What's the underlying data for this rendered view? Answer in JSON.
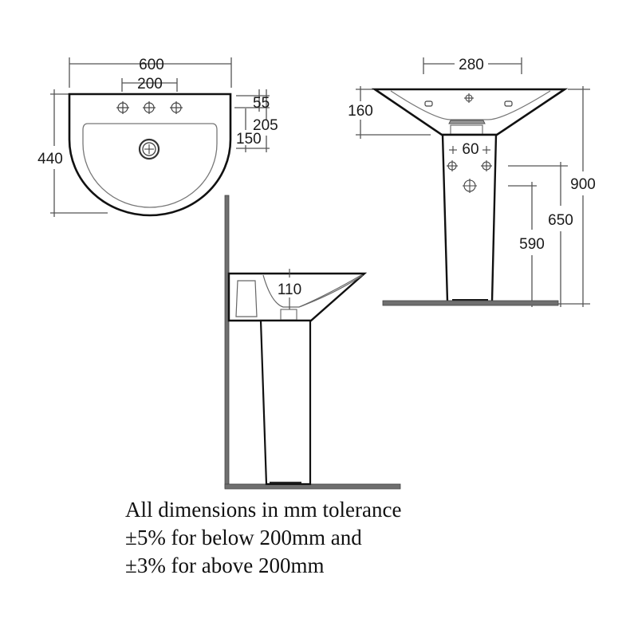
{
  "plan_view": {
    "width": "600",
    "tap_spacing": "200",
    "depth": "440",
    "tap_offset": "55",
    "overall_side": "205",
    "inner_side": "150"
  },
  "front_view": {
    "pedestal_top_width": "280",
    "basin_height": "160",
    "hole_spacing": "60",
    "overall_height": "900",
    "rim_to_hole": "650",
    "waste_height": "590"
  },
  "side_view": {
    "bowl_depth": "110"
  },
  "notes": {
    "line1": "All dimensions in mm tolerance",
    "line2": "±5% for below 200mm and",
    "line3": "±3% for above 200mm"
  },
  "colors": {
    "outline": "#111111",
    "dimension_line": "#555555",
    "floor_wall": "#6f6f6f"
  }
}
